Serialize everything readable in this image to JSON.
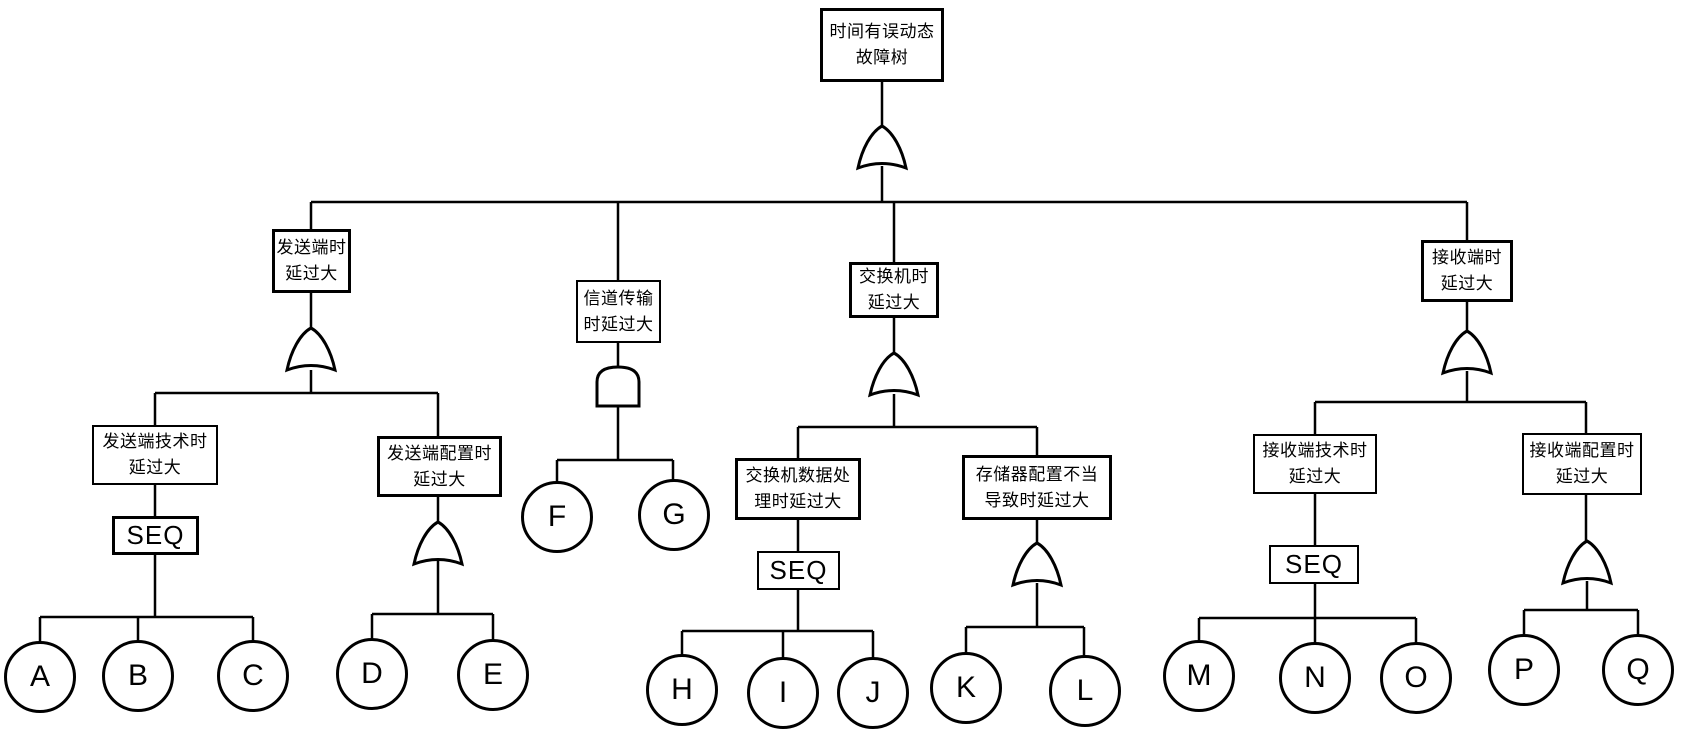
{
  "title": "时间有误动态故障树",
  "nodes": {
    "top": {
      "label": "时间有误动态故障树",
      "lines": [
        "时间有误动态",
        "故障树"
      ],
      "gate": "OR"
    },
    "sender": {
      "label": "发送端时延过大",
      "lines": [
        "发送端时",
        "延过大"
      ],
      "gate": "OR"
    },
    "channel": {
      "label": "信道传输时延过大",
      "lines": [
        "信道传输",
        "时延过大"
      ],
      "gate": "AND"
    },
    "switch": {
      "label": "交换机时延过大",
      "lines": [
        "交换机时",
        "延过大"
      ],
      "gate": "OR"
    },
    "receiver": {
      "label": "接收端时延过大",
      "lines": [
        "接收端时",
        "延过大"
      ],
      "gate": "OR"
    },
    "sender_tech": {
      "label": "发送端技术时延过大",
      "lines": [
        "发送端技术时",
        "延过大"
      ],
      "gate": "SEQ"
    },
    "sender_config": {
      "label": "发送端配置时延过大",
      "lines": [
        "发送端配置时",
        "延过大"
      ],
      "gate": "OR"
    },
    "switch_data": {
      "label": "交换机数据处理时延过大",
      "lines": [
        "交换机数据处",
        "理时延过大"
      ],
      "gate": "SEQ"
    },
    "memory_config": {
      "label": "存储器配置不当导致时延过大",
      "lines": [
        "存储器配置不当",
        "导致时延过大"
      ],
      "gate": "OR"
    },
    "receiver_tech": {
      "label": "接收端技术时延过大",
      "lines": [
        "接收端技术时",
        "延过大"
      ],
      "gate": "SEQ"
    },
    "receiver_config": {
      "label": "接收端配置时延过大",
      "lines": [
        "接收端配置时",
        "延过大"
      ],
      "gate": "OR"
    }
  },
  "seq_gate_label": "SEQ",
  "basic_events": [
    "A",
    "B",
    "C",
    "D",
    "E",
    "F",
    "G",
    "H",
    "I",
    "J",
    "K",
    "L",
    "M",
    "N",
    "O",
    "P",
    "Q"
  ],
  "colors": {
    "line": "#000000",
    "background": "#ffffff",
    "node_fill": "#ffffff"
  }
}
